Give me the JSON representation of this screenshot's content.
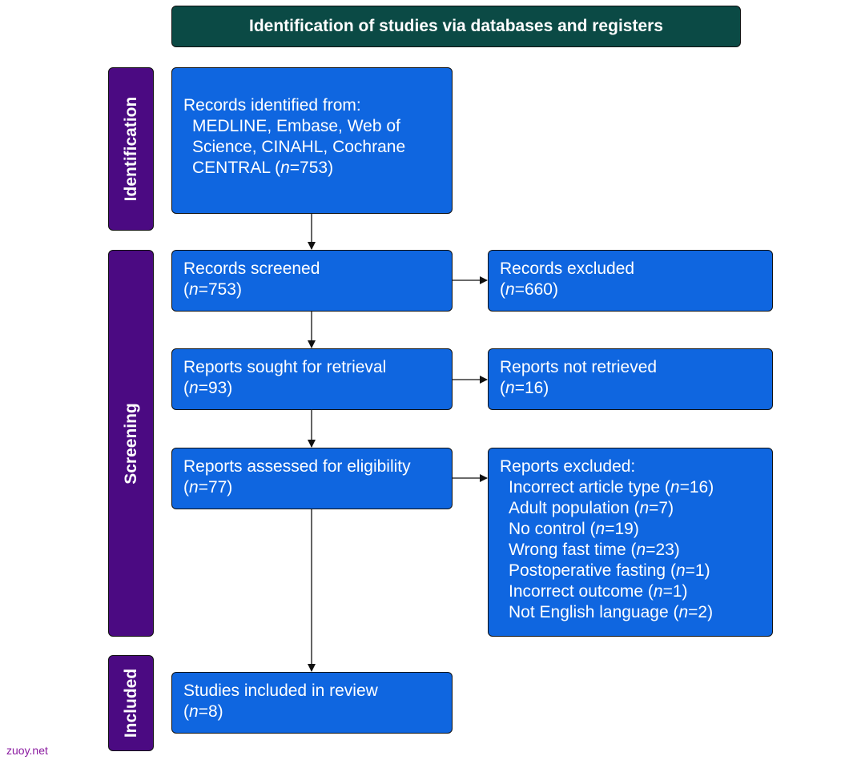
{
  "header": {
    "title": "Identification of studies via databases and registers"
  },
  "stages": {
    "identification": "Identification",
    "screening": "Screening",
    "included": "Included"
  },
  "boxes": {
    "records_identified": {
      "line1": "Records identified from:",
      "line2": "MEDLINE, Embase, Web of",
      "line3": "Science, CINAHL, Cochrane",
      "line4_prefix": "CENTRAL (",
      "n_label": "n",
      "n_value": "=753)"
    },
    "records_screened": {
      "label": "Records screened",
      "open": "(",
      "n_label": "n",
      "n_value": "=753)"
    },
    "records_excluded": {
      "label": "Records excluded",
      "open": "(",
      "n_label": "n",
      "n_value": "=660)"
    },
    "reports_sought": {
      "label": "Reports sought for retrieval",
      "open": "(",
      "n_label": "n",
      "n_value": "=93)"
    },
    "reports_not_retrieved": {
      "label": "Reports not retrieved",
      "open": "(",
      "n_label": "n",
      "n_value": "=16)"
    },
    "reports_assessed": {
      "label": "Reports assessed for eligibility",
      "open": "(",
      "n_label": "n",
      "n_value": "=77)"
    },
    "reports_excluded": {
      "label": "Reports excluded:",
      "reasons": [
        {
          "text": "Incorrect article type (",
          "n_label": "n",
          "n_value": "=16)"
        },
        {
          "text": "Adult population (",
          "n_label": "n",
          "n_value": "=7)"
        },
        {
          "text": "No control (",
          "n_label": "n",
          "n_value": "=19)"
        },
        {
          "text": "Wrong fast time (",
          "n_label": "n",
          "n_value": "=23)"
        },
        {
          "text": "Postoperative fasting (",
          "n_label": "n",
          "n_value": "=1)"
        },
        {
          "text": "Incorrect outcome (",
          "n_label": "n",
          "n_value": "=1)"
        },
        {
          "text": "Not English language (",
          "n_label": "n",
          "n_value": "=2)"
        }
      ]
    },
    "studies_included": {
      "label": "Studies included in review",
      "open": "(",
      "n_label": "n",
      "n_value": "=8)"
    }
  },
  "watermark": "zuoy.net",
  "colors": {
    "header_bg": "#0b4a45",
    "stage_bg": "#4b0a82",
    "box_bg": "#0f66e0",
    "watermark": "#8a1aa0"
  }
}
